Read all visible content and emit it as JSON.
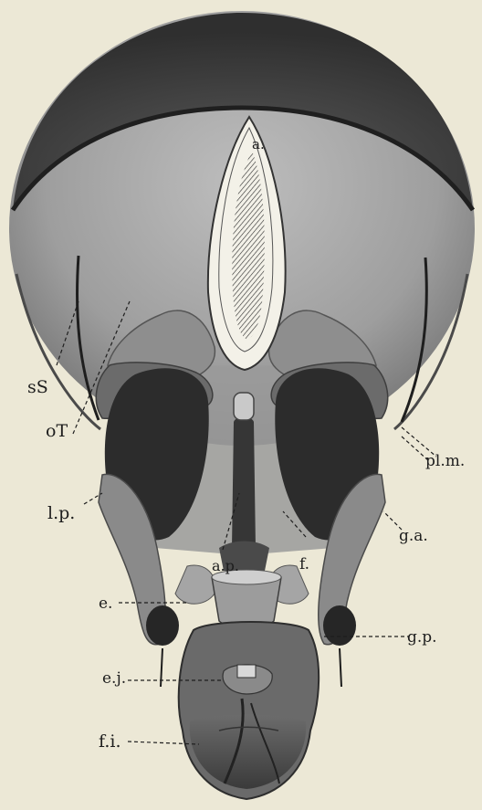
{
  "figure": {
    "palette": {
      "paper": "#ece8d6",
      "shell_dark": "#3f3f3f",
      "shell_light": "#a9a9a9",
      "plate_mid": "#8c8c8c",
      "ink": "#1e1e1e",
      "blade": "#f3f1e8"
    },
    "labels": {
      "a": "a.",
      "sS": "sS",
      "oT": "oT",
      "plm": "pl.m.",
      "lp": "l.p.",
      "ap": "a.p.",
      "f": "f.",
      "ga": "g.a.",
      "e": "e.",
      "gp": "g.p.",
      "ej": "e.j.",
      "fi": "f.i."
    }
  }
}
